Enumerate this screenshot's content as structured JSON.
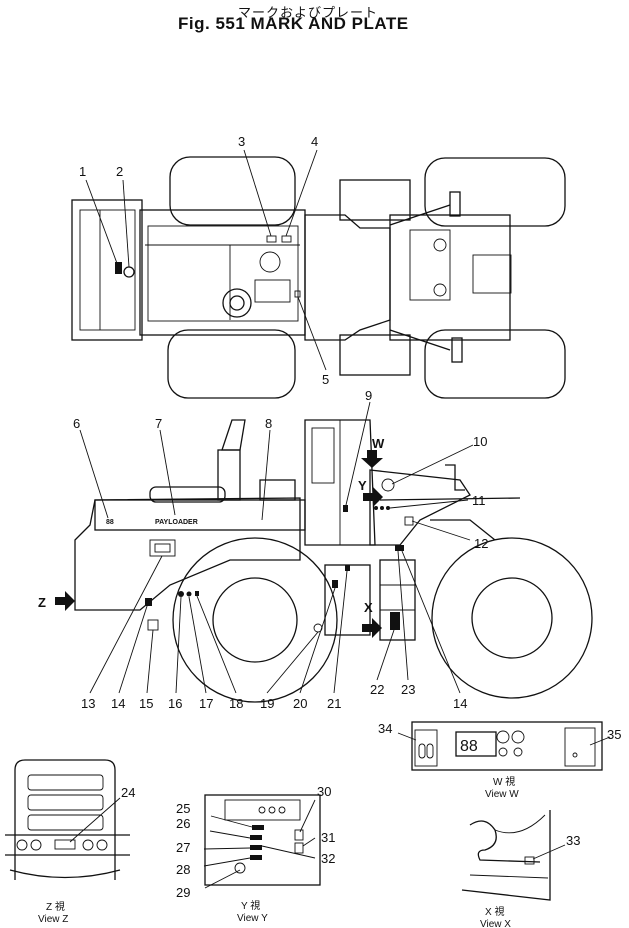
{
  "title": {
    "japanese": "マークおよびプレート",
    "english": "Fig. 551  MARK  AND  PLATE"
  },
  "callouts": [
    "1",
    "2",
    "3",
    "4",
    "5",
    "6",
    "7",
    "8",
    "9",
    "10",
    "11",
    "12",
    "13",
    "14",
    "15",
    "16",
    "17",
    "18",
    "19",
    "20",
    "21",
    "22",
    "23",
    "14",
    "24",
    "25",
    "26",
    "27",
    "28",
    "29",
    "30",
    "31",
    "32",
    "33",
    "34",
    "35"
  ],
  "view_letters": {
    "w": "W",
    "y": "Y",
    "x": "X",
    "z": "Z"
  },
  "views": {
    "w": {
      "jp": "W 視",
      "en": "View  W"
    },
    "y": {
      "jp": "Y 視",
      "en": "View  Y"
    },
    "x": {
      "jp": "X 視",
      "en": "View  X"
    },
    "z": {
      "jp": "Z 視",
      "en": "View  Z"
    }
  },
  "decal_text": "PAYLOADER",
  "gauge_text": "88",
  "icon_names": [
    "arrow-right-icon",
    "arrow-down-icon"
  ]
}
